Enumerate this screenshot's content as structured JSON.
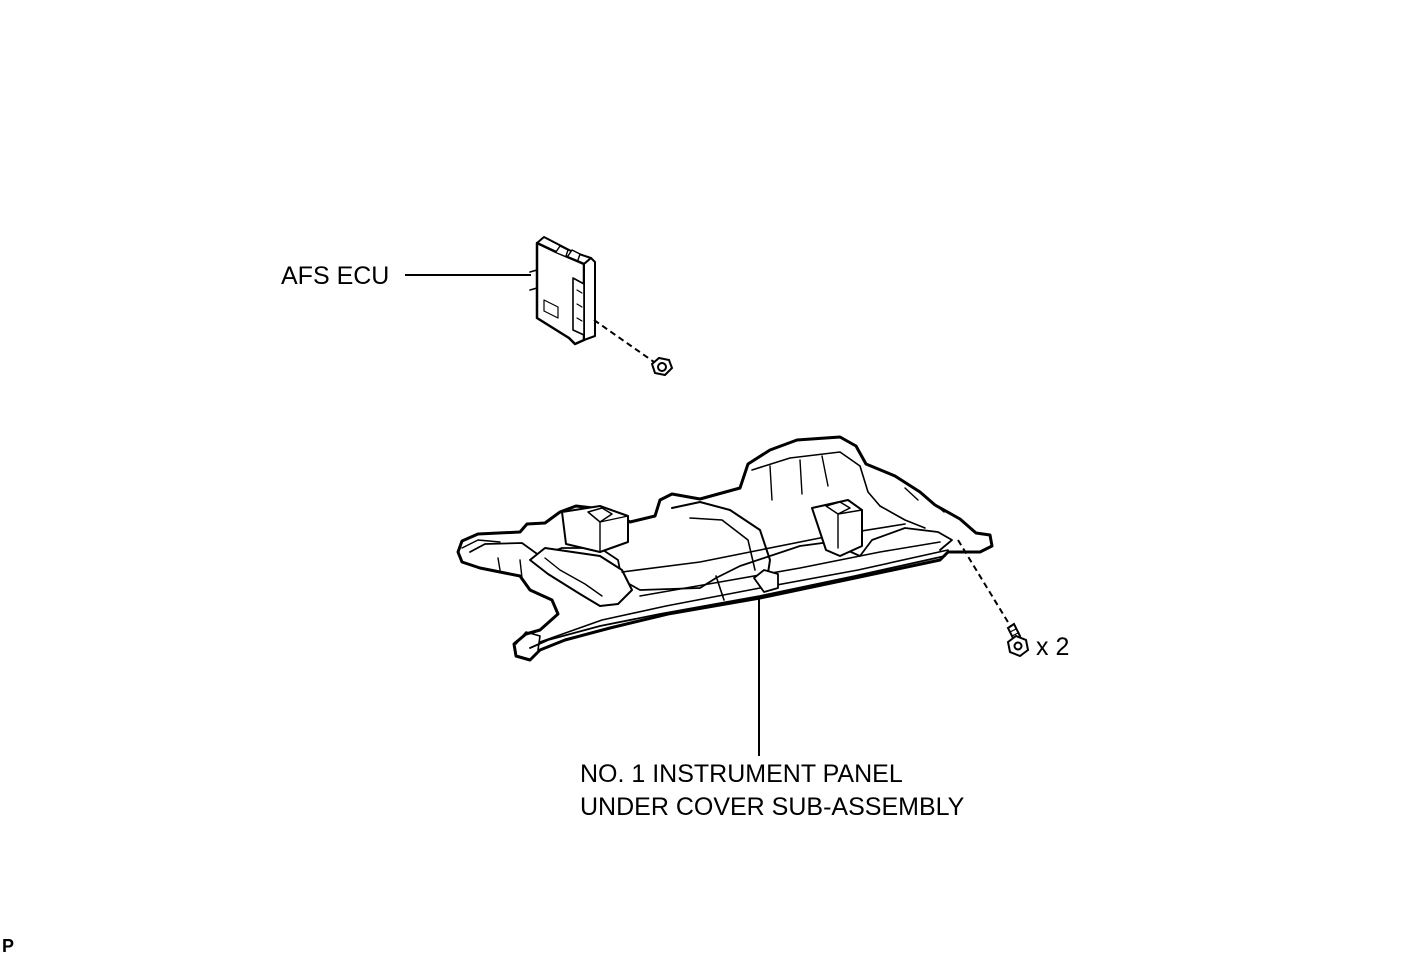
{
  "labels": {
    "afs_ecu": "AFS ECU",
    "screw_qty": "x 2",
    "under_cover_line1": "NO. 1 INSTRUMENT PANEL",
    "under_cover_line2": "UNDER COVER SUB-ASSEMBLY",
    "corner_code": "P"
  },
  "colors": {
    "line": "#000000",
    "fill": "#ffffff"
  }
}
